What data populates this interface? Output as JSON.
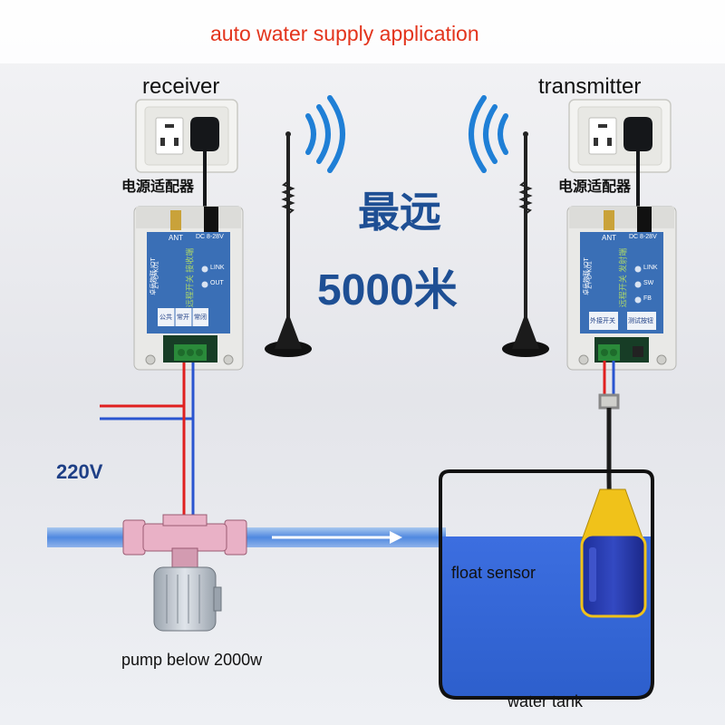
{
  "title": "auto water supply application",
  "receiver": {
    "label": "receiver",
    "adapter_label": "电源适配器",
    "module": {
      "ant": "ANT",
      "dc": "DC 8-28V",
      "link": "LINK",
      "out": "OUT",
      "brand": "卓岳物联 IOT",
      "model": "ZY-D-K01",
      "name": "远程开关 接收端",
      "terminals": [
        "公共",
        "常开",
        "常闭"
      ]
    }
  },
  "transmitter": {
    "label": "transmitter",
    "adapter_label": "电源适配器",
    "module": {
      "ant": "ANT",
      "dc": "DC 8-28V",
      "link": "LINK",
      "sw": "SW",
      "fb": "FB",
      "brand": "卓岳物联 IOT",
      "model": "ZY-D-K01",
      "name": "远程开关 发射端",
      "terminals": [
        "外接开关",
        "测试按钮"
      ]
    }
  },
  "range": {
    "line1": "最远",
    "line2": "5000米"
  },
  "voltage": "220V",
  "pump_label": "pump below 2000w",
  "float_label": "float sensor",
  "tank_label": "water tank",
  "colors": {
    "title": "#e3341c",
    "range_text": "#1e4f94",
    "voltage_text": "#1e3f86",
    "wave": "#1f7fd6",
    "module_blue": "#3a6fb6",
    "wire_red": "#e02020",
    "wire_blue": "#2a55d0",
    "water": "#2f63d9",
    "pump_pink": "#e9b1c6"
  }
}
